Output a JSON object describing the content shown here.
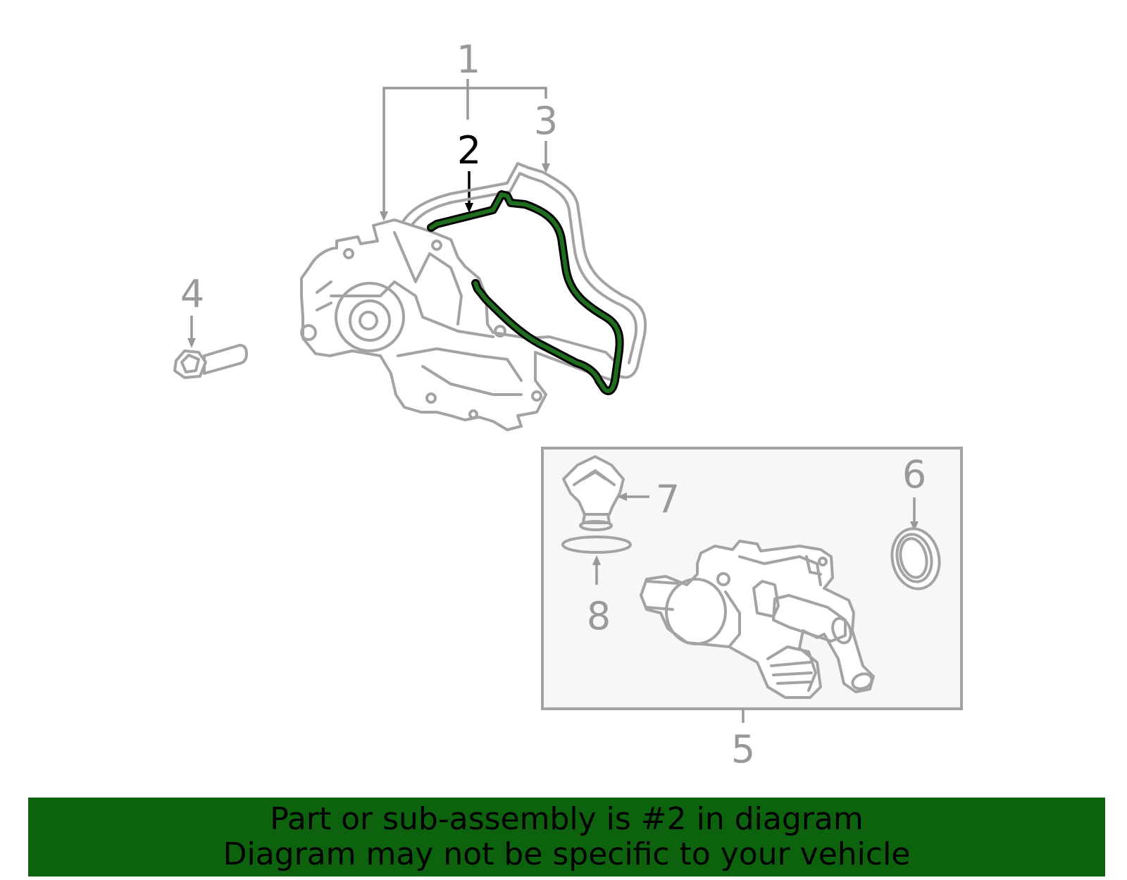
{
  "callouts": {
    "c1": "1",
    "c2": "2",
    "c3": "3",
    "c4": "4",
    "c5": "5",
    "c6": "6",
    "c7": "7",
    "c8": "8"
  },
  "banner": {
    "line1": "Part or sub-assembly is #2 in diagram",
    "line2": "Diagram may not be specific to your vehicle"
  },
  "colors": {
    "highlight": "#1f6e1f",
    "banner": "#0d630d",
    "line": "#a3a3a3",
    "callout": "#999999",
    "active_callout": "#000000",
    "subassembly_box_fill": "#f7f7f7"
  },
  "highlighted_part": "2"
}
